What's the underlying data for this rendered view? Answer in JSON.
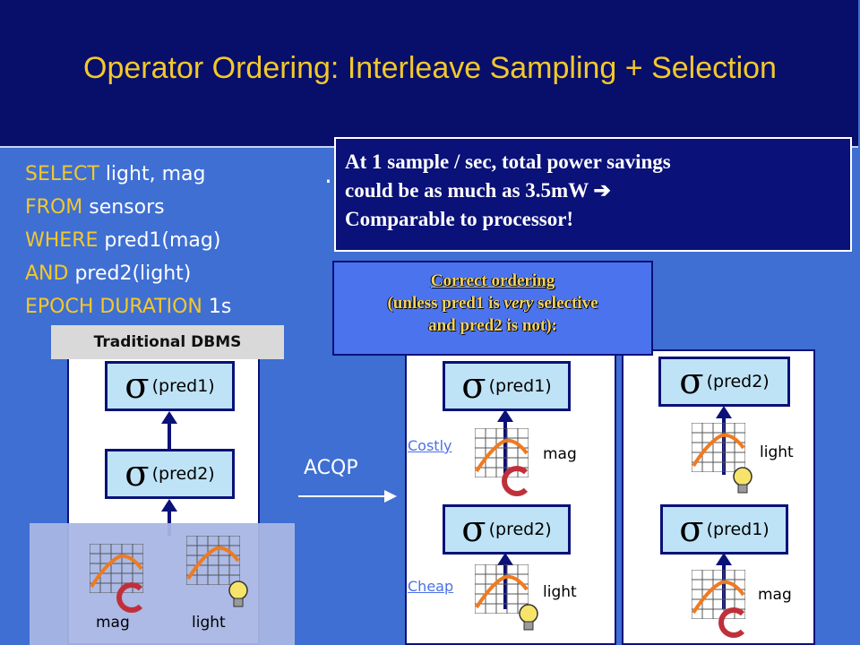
{
  "title": "Operator Ordering: Interleave Sampling + Selection",
  "sql": {
    "line1_kw": "SELECT",
    "line1_rest": " light, mag",
    "line2_kw": "FROM",
    "line2_rest": " sensors",
    "line3_kw": "WHERE",
    "line3_rest": " pred1(mag)",
    "line4_kw": "AND",
    "line4_rest": " pred2(light)",
    "line5_kw": "EPOCH DURATION",
    "line5_rest": " 1s"
  },
  "callout": {
    "line1": "At 1 sample / sec, total power savings",
    "line2": "could be as much as 3.5mW",
    "line3": "Comparable to processor!"
  },
  "ordering": {
    "line1": "Correct ordering",
    "line2_a": "(unless pred1 is ",
    "line2_b": "very",
    "line2_c": " selective",
    "line3": "and pred2 is not):"
  },
  "traditional_label": "Traditional DBMS",
  "acqp_label": "ACQP",
  "sigma": "σ",
  "preds": {
    "p1": "(pred1)",
    "p2": "(pred2)"
  },
  "sensors": {
    "mag": "mag",
    "light": "light"
  },
  "cost": {
    "costly": "Costly",
    "cheap": "Cheap"
  },
  "colors": {
    "title_band": "#070f6a",
    "title_text": "#f3c82a",
    "background": "#3f6fd3",
    "selection_box": "#bfe3f6"
  }
}
